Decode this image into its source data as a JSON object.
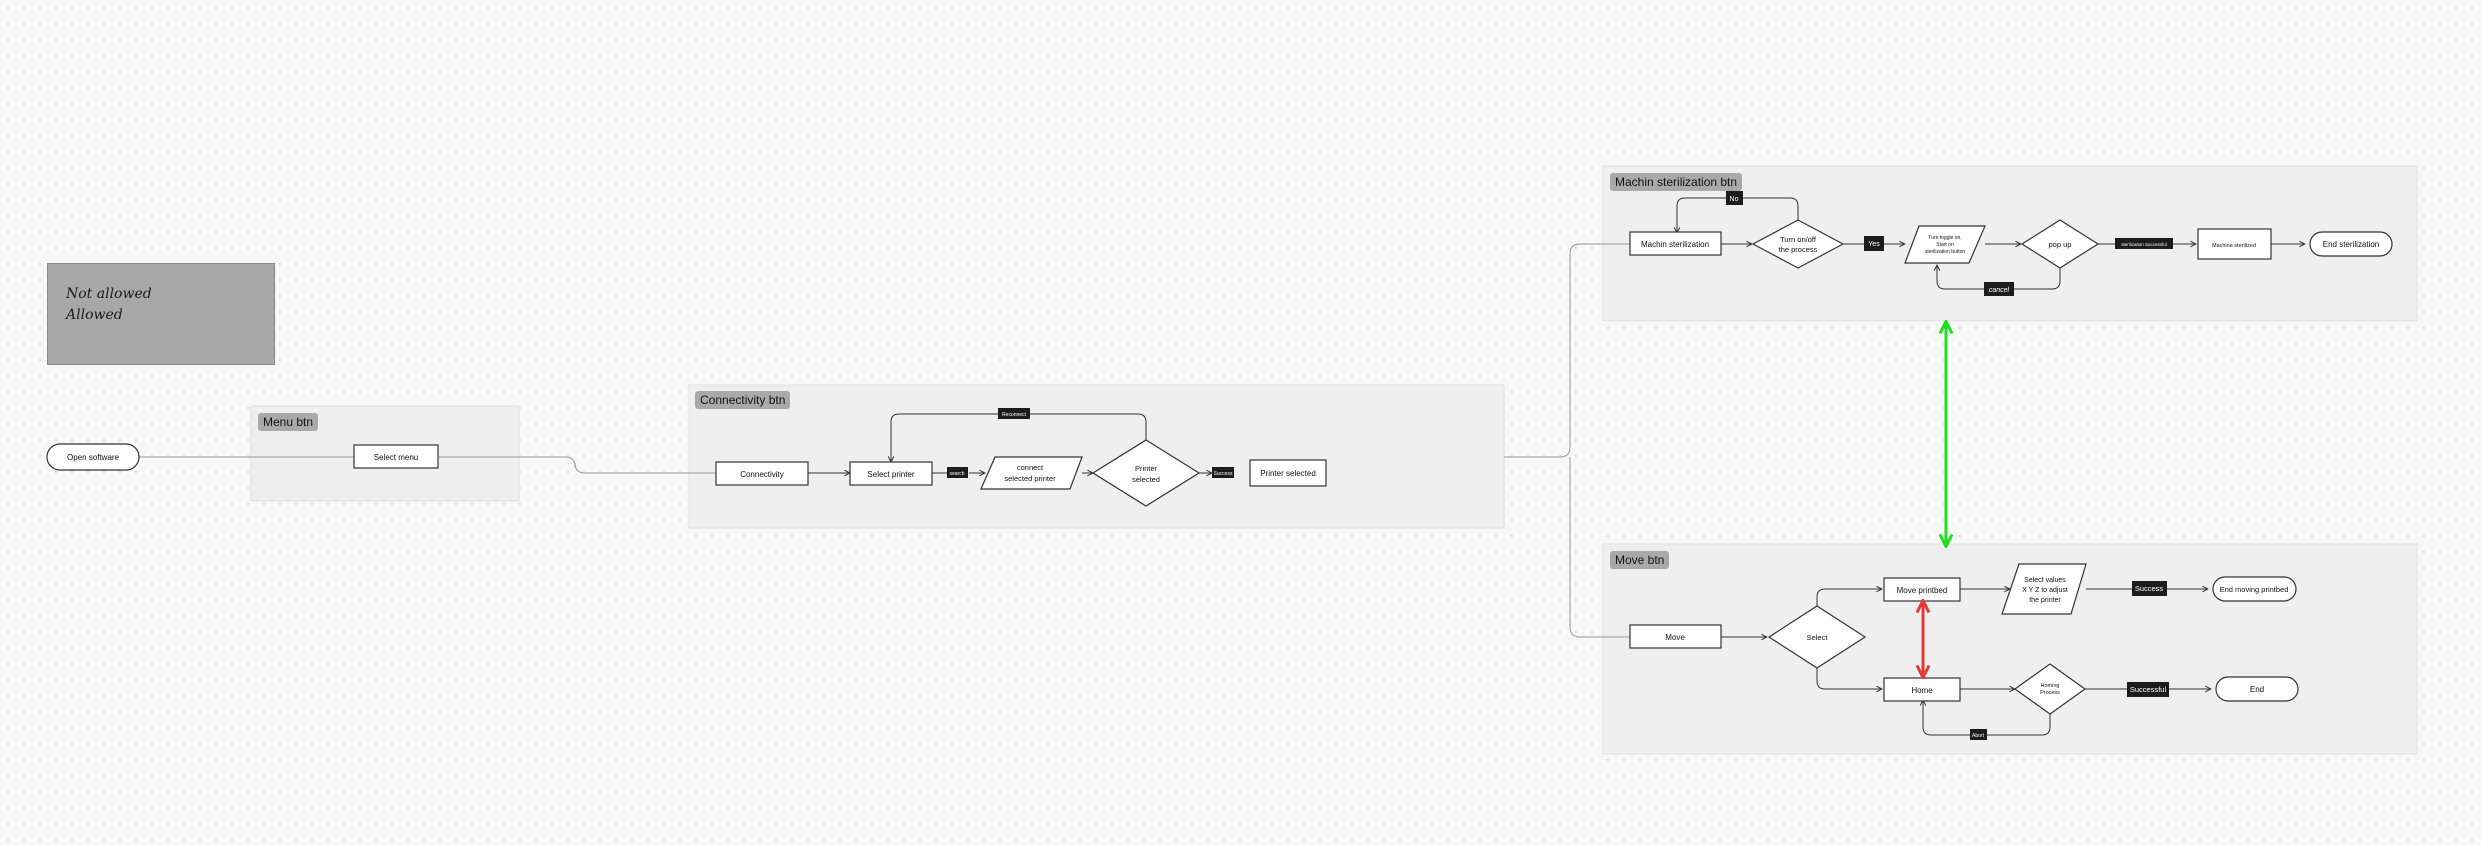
{
  "legend": {
    "not_allowed_label": "Not allowed",
    "allowed_label": "Allowed",
    "not_allowed_color": "#e53935",
    "allowed_color": "#22dd22"
  },
  "sections": {
    "menu": "Menu btn",
    "connectivity": "Connectivity btn",
    "sterilization": "Machin sterilization btn",
    "move": "Move btn"
  },
  "nodes": {
    "open_software": "Open software",
    "select_menu": "Select menu",
    "connectivity": "Connectivity",
    "select_printer": "Select printer",
    "connect_printer_l1": "connect",
    "connect_printer_l2": "selected printer",
    "printer_selected_q_l1": "Printer",
    "printer_selected_q_l2": "selected",
    "printer_selected": "Printer selected",
    "machin_sterilization": "Machin sterilization",
    "turn_onoff_l1": "Turn on/off",
    "turn_onoff_l2": "the process",
    "toggle_l1": "Turn toggle on,",
    "toggle_l2": "Start on",
    "toggle_l3": "sterilization button",
    "popup": "pop up",
    "machine_sterilized": "Machine sterilized",
    "end_sterilization": "End sterilization",
    "move": "Move",
    "select": "Select",
    "move_printbed": "Move printbed",
    "select_values_l1": "Select values",
    "select_values_l2": "X Y Z to adjust",
    "select_values_l3": "the printer",
    "end_moving_printbed": "End moving printbed",
    "home": "Home",
    "homing_l1": "Homing",
    "homing_l2": "Process",
    "end": "End"
  },
  "edge_labels": {
    "reconnect": "Reconnect",
    "search": "search",
    "success_small": "Success",
    "no": "No",
    "yes": "Yes",
    "cancel": "cancel",
    "sterilization_successful": "sterilization Successful",
    "success": "Success",
    "successful": "Successful",
    "abort": "Abort"
  },
  "colors": {
    "allowed_arrow": "#22dd22",
    "not_allowed_arrow": "#e53935"
  }
}
